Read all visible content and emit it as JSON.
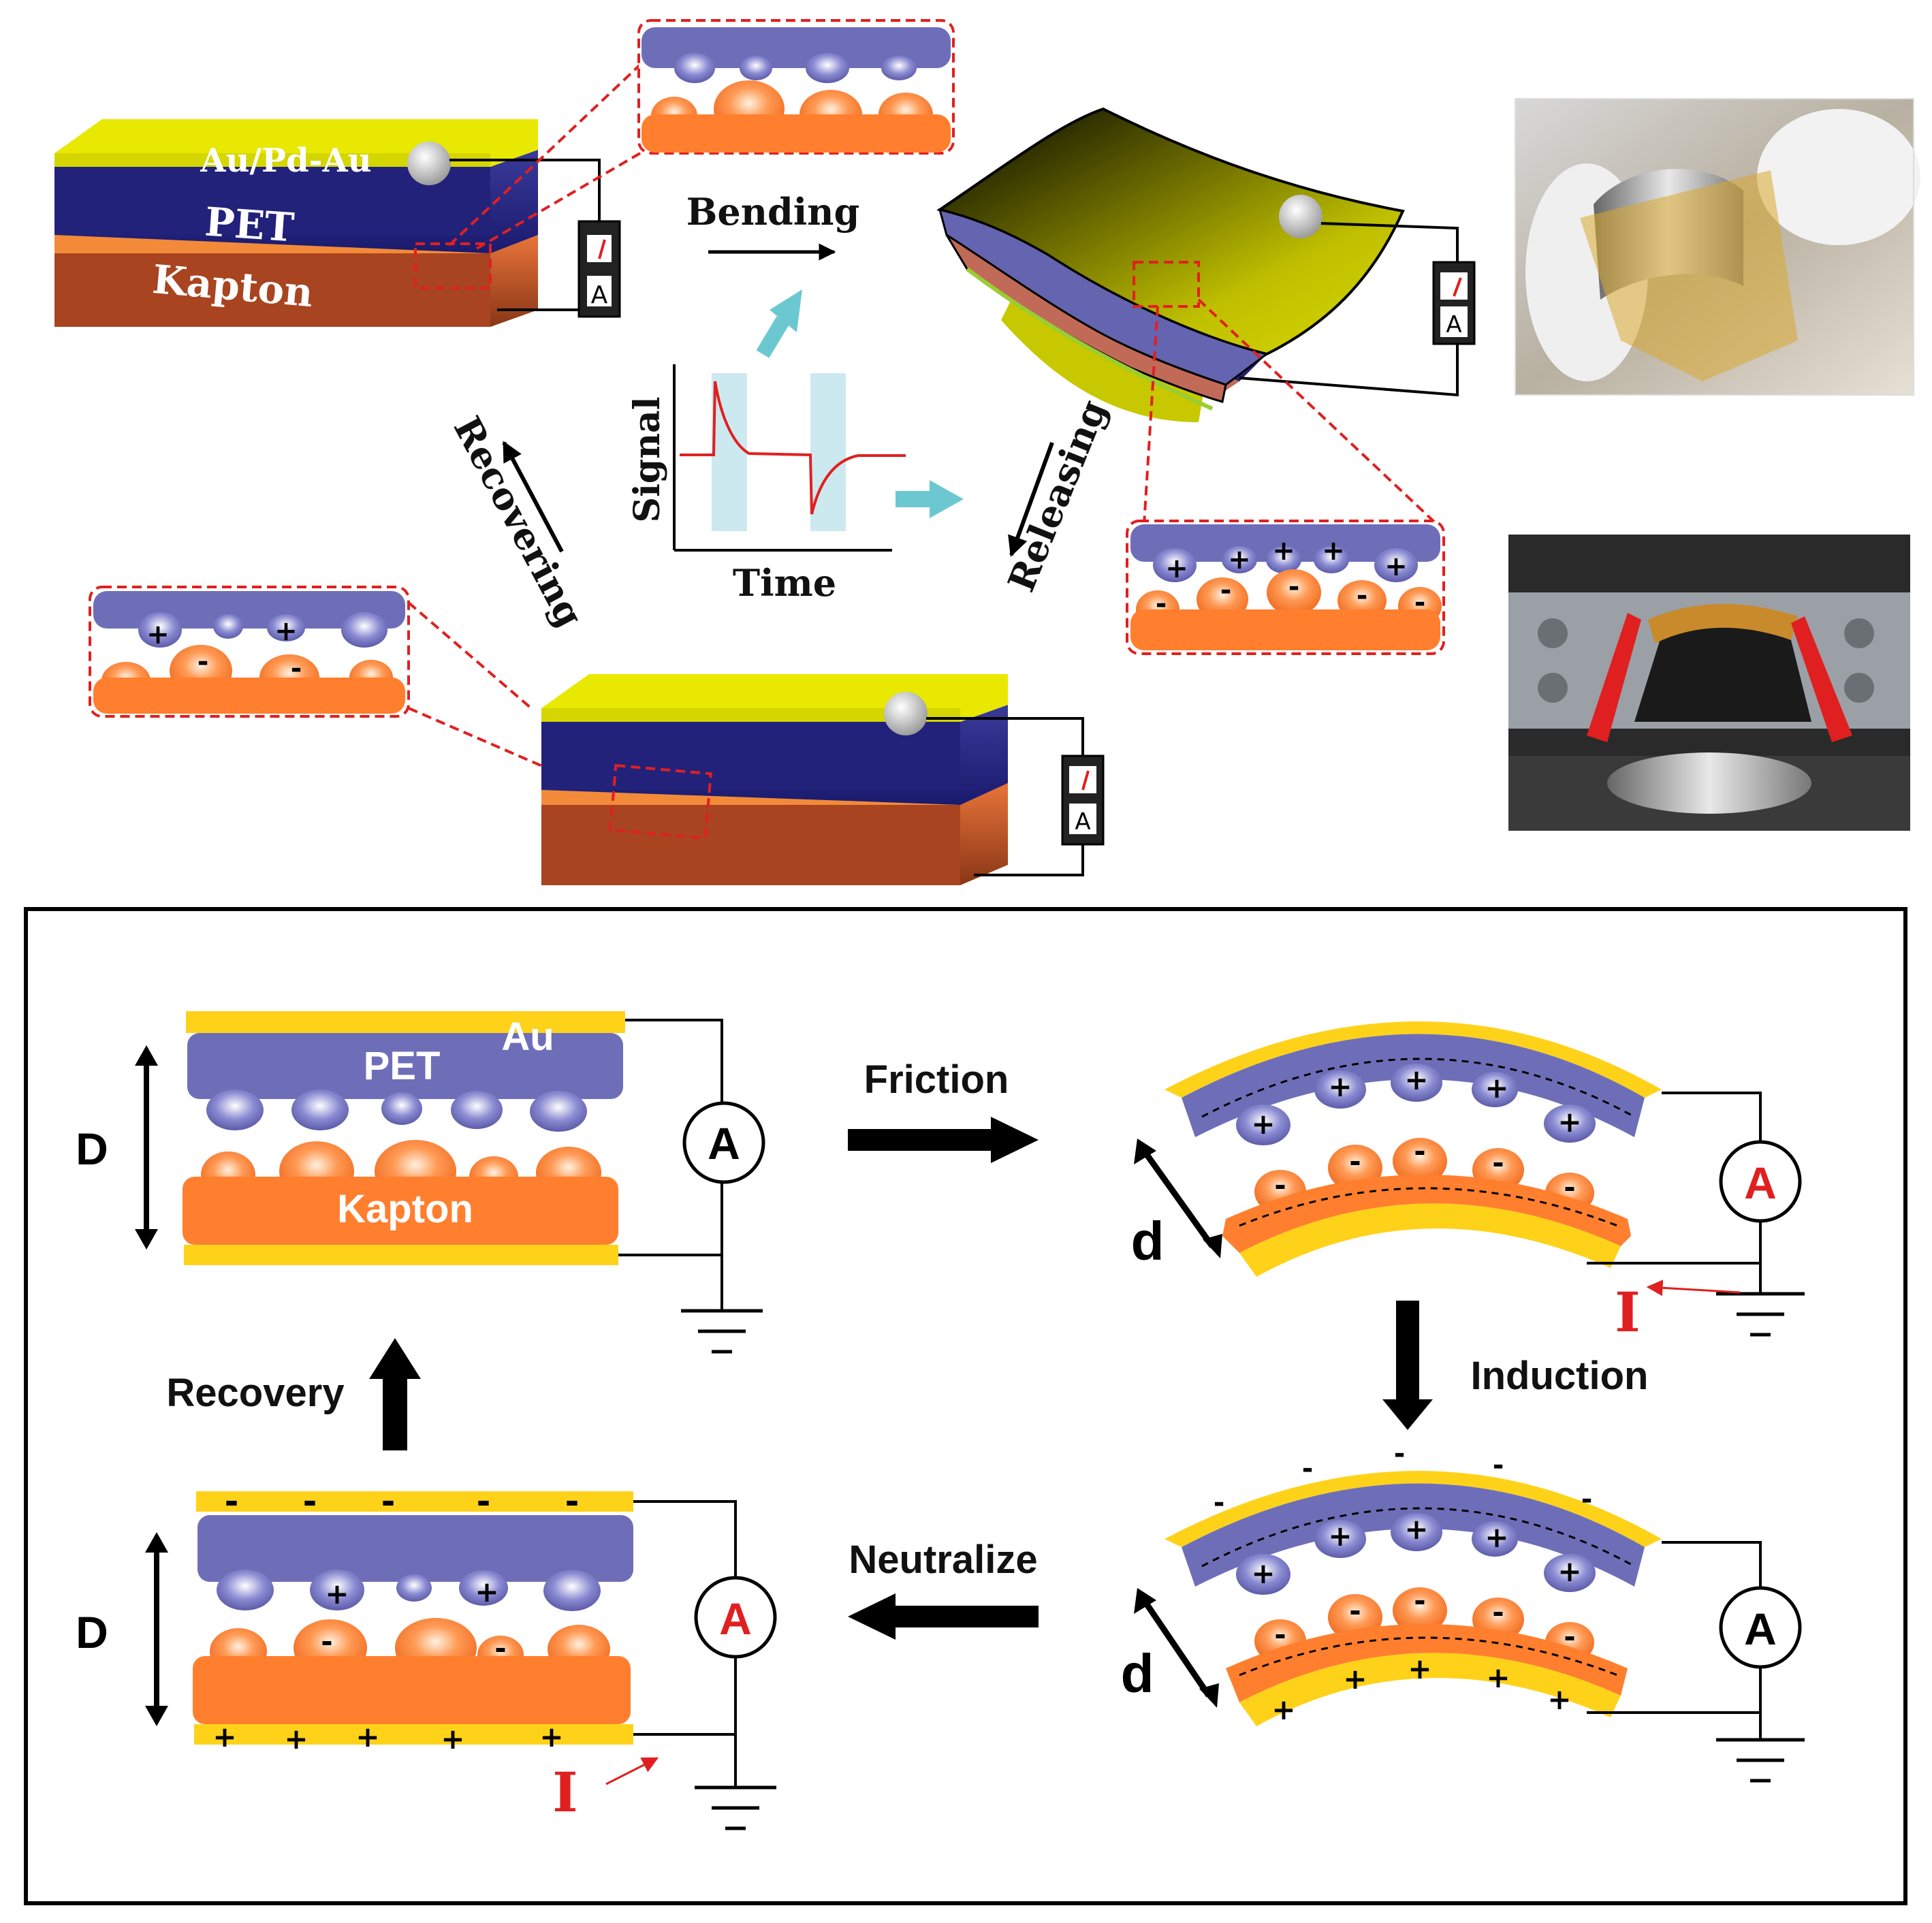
{
  "top": {
    "layer_labels": {
      "electrode": "Au/Pd-Au",
      "pet": "PET",
      "kapton": "Kapton"
    },
    "stages": {
      "bending": "Bending",
      "releasing": "Releasing",
      "recovering": "Recovering"
    },
    "signal_plot": {
      "ylabel": "Signal",
      "xlabel": "Time"
    },
    "meter_label": "A",
    "plus": "+",
    "minus": "-"
  },
  "bottom": {
    "labels": {
      "au": "Au",
      "pet": "PET",
      "kapton": "Kapton"
    },
    "steps": {
      "friction": "Friction",
      "induction": "Induction",
      "neutralize": "Neutralize",
      "recovery": "Recovery"
    },
    "gap_far": "D",
    "gap_near": "d",
    "meter_label": "A",
    "current": "I",
    "plus": "+",
    "minus": "-"
  },
  "colors": {
    "gold": "#ffd21a",
    "yellow_top": "#f2f200",
    "pet": "#6e6eb8",
    "pet_dark": "#23237a",
    "kapton": "#ff7f2e",
    "kapton_dark": "#9a3a1a",
    "cyan": "#6cc8d0",
    "red": "#e02020"
  }
}
